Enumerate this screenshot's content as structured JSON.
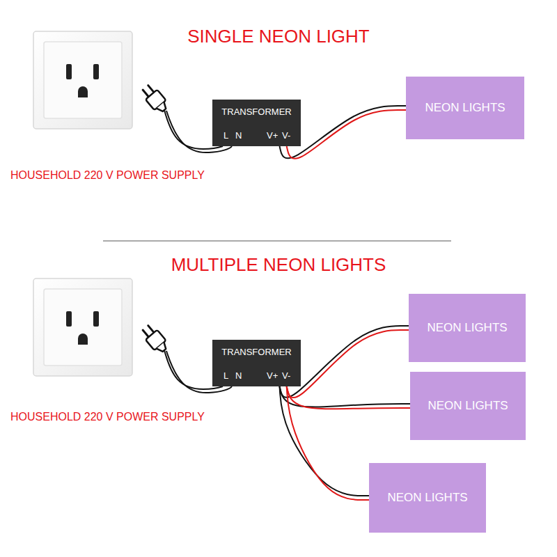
{
  "diagram": {
    "nodes": [
      {
        "text": [
          "TRANSFORMER",
          "L",
          "N",
          "V+",
          "V-"
        ]
      },
      {
        "text": [
          "NEON LIGHTS"
        ]
      },
      {
        "text": [
          "TRANSFORMER",
          "L",
          "N",
          "V+",
          "V-"
        ]
      },
      {
        "text": [
          "NEON LIGHTS"
        ]
      },
      {
        "text": [
          "NEON LIGHTS"
        ]
      },
      {
        "text": [
          "NEON LIGHTS"
        ]
      }
    ],
    "edges": [
      {
        "from": 0,
        "to": 1,
        "arrow": "none"
      },
      {
        "from": 2,
        "to": 3,
        "arrow": "none"
      },
      {
        "from": 2,
        "to": 4,
        "arrow": "none"
      },
      {
        "from": 2,
        "to": 5,
        "arrow": "none"
      }
    ],
    "labels": [
      "SINGLE NEON LIGHT",
      "HOUSEHOLD 220 V POWER SUPPLY",
      "MULTIPLE NEON LIGHTS",
      "HOUSEHOLD 220 V POWER SUPPLY"
    ]
  }
}
